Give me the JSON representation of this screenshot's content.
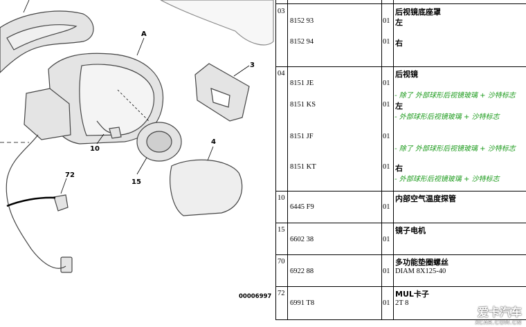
{
  "diagram": {
    "callouts": [
      "A",
      "3",
      "4",
      "10",
      "15",
      "72"
    ],
    "code": "00006997"
  },
  "rows": [
    {
      "ref": "03",
      "name": "后视镜底座罩",
      "items": [
        {
          "code": "8152 93",
          "qty": "01",
          "label": "左",
          "note": ""
        },
        {
          "code": "8152 94",
          "qty": "01",
          "label": "右",
          "note": ""
        }
      ]
    },
    {
      "ref": "04",
      "name": "后视镜",
      "items": [
        {
          "code": "8151 JE",
          "qty": "01",
          "label": "",
          "note": "- 除了 外部球形后视镜玻璃 + 沙特标志"
        },
        {
          "code": "8151 KS",
          "qty": "01",
          "label": "左",
          "note": "- 外部球形后视镜玻璃 + 沙特标志"
        },
        {
          "code": "8151 JF",
          "qty": "01",
          "label": "",
          "note": "- 除了 外部球形后视镜玻璃 + 沙特标志"
        },
        {
          "code": "8151 KT",
          "qty": "01",
          "label": "右",
          "note": "- 外部球形后视镜玻璃 + 沙特标志"
        }
      ]
    },
    {
      "ref": "10",
      "name": "内部空气温度探管",
      "items": [
        {
          "code": "6445 F9",
          "qty": "01",
          "label": "",
          "note": ""
        }
      ]
    },
    {
      "ref": "15",
      "name": "镜子电机",
      "items": [
        {
          "code": "6602 38",
          "qty": "01",
          "label": "",
          "note": ""
        }
      ]
    },
    {
      "ref": "70",
      "name": "多功能垫圈螺丝",
      "items": [
        {
          "code": "6922 88",
          "qty": "01",
          "label": "DIAM 8X125-40",
          "note": ""
        }
      ]
    },
    {
      "ref": "72",
      "name": "MUL卡子",
      "items": [
        {
          "code": "6991 T8",
          "qty": "01",
          "label": "2T 8",
          "note": ""
        }
      ]
    }
  ],
  "watermark": {
    "main": "爱卡汽车",
    "sub": "XCAR.COM.CN"
  }
}
